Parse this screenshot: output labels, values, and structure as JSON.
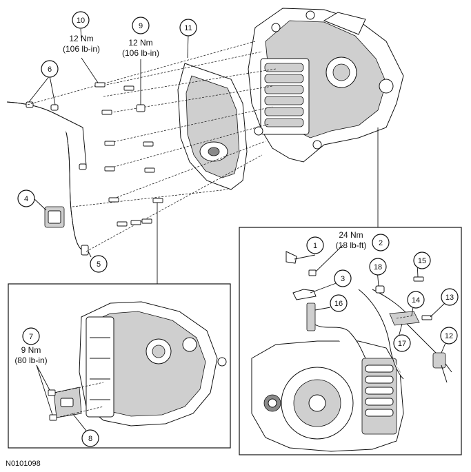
{
  "figure_id": "N0101098",
  "callouts": [
    {
      "num": "1"
    },
    {
      "num": "2",
      "torque_nm": "24 Nm",
      "torque_imperial": "(18 lb-ft)"
    },
    {
      "num": "3"
    },
    {
      "num": "4"
    },
    {
      "num": "5"
    },
    {
      "num": "6"
    },
    {
      "num": "7",
      "torque_nm": "9 Nm",
      "torque_imperial": "(80 lb-in)"
    },
    {
      "num": "8"
    },
    {
      "num": "9",
      "torque_nm": "12 Nm",
      "torque_imperial": "(106 lb-in)"
    },
    {
      "num": "10",
      "torque_nm": "12 Nm",
      "torque_imperial": "(106 lb-in)"
    },
    {
      "num": "11"
    },
    {
      "num": "12"
    },
    {
      "num": "13"
    },
    {
      "num": "14"
    },
    {
      "num": "15"
    },
    {
      "num": "16"
    },
    {
      "num": "17"
    },
    {
      "num": "18"
    }
  ]
}
